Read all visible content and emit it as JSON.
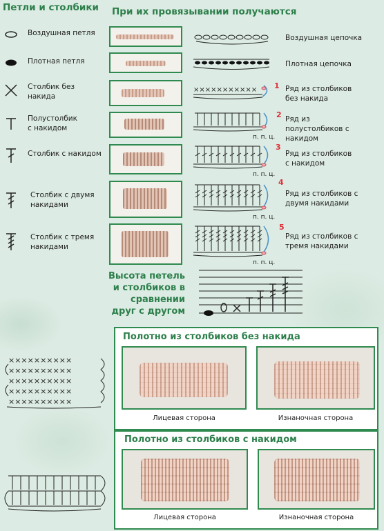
{
  "left_header": "Петли и столбики",
  "right_header": "При их провязывании получаются",
  "symbols": [
    {
      "icon": "chain-loop-icon",
      "label": "Воздушная петля"
    },
    {
      "icon": "slip-stitch-icon",
      "label": "Плотная петля"
    },
    {
      "icon": "single-crochet-icon",
      "label": "Столбик без накида"
    },
    {
      "icon": "half-double-crochet-icon",
      "label": "Полустолбик с накидом"
    },
    {
      "icon": "double-crochet-icon",
      "label": "Столбик с накидом"
    },
    {
      "icon": "treble-crochet-icon",
      "label": "Столбик с двумя накидами"
    },
    {
      "icon": "double-treble-crochet-icon",
      "label": "Столбик с тремя накидами"
    }
  ],
  "results": [
    {
      "label": "Воздушная цепочка"
    },
    {
      "label": "Плотная цепочка"
    },
    {
      "label": "Ряд из столбиков без накида",
      "num": "1"
    },
    {
      "label": "Ряд из полустолбиков с накидом",
      "num": "2"
    },
    {
      "label": "Ряд из столбиков с накидом",
      "num": "3"
    },
    {
      "label": "Ряд из столбиков с двумя накидами",
      "num": "4"
    },
    {
      "label": "Ряд из столбиков с тремя накидами",
      "num": "5"
    }
  ],
  "ppc": "п. п. ц.",
  "height_title": "Высота петель и столбиков в сравнении друг с другом",
  "panel1": {
    "title": "Полотно из столбиков без накида",
    "front": "Лицевая сторона",
    "back": "Изнаночная сторона"
  },
  "panel2": {
    "title": "Полотно из столбиков с накидом",
    "front": "Лицевая сторона",
    "back": "Изнаночная сторона"
  },
  "colors": {
    "accent": "#2d7f4b",
    "yarn": "#d9b5a3",
    "number": "#e0303a",
    "turn": "#4a90c8"
  }
}
